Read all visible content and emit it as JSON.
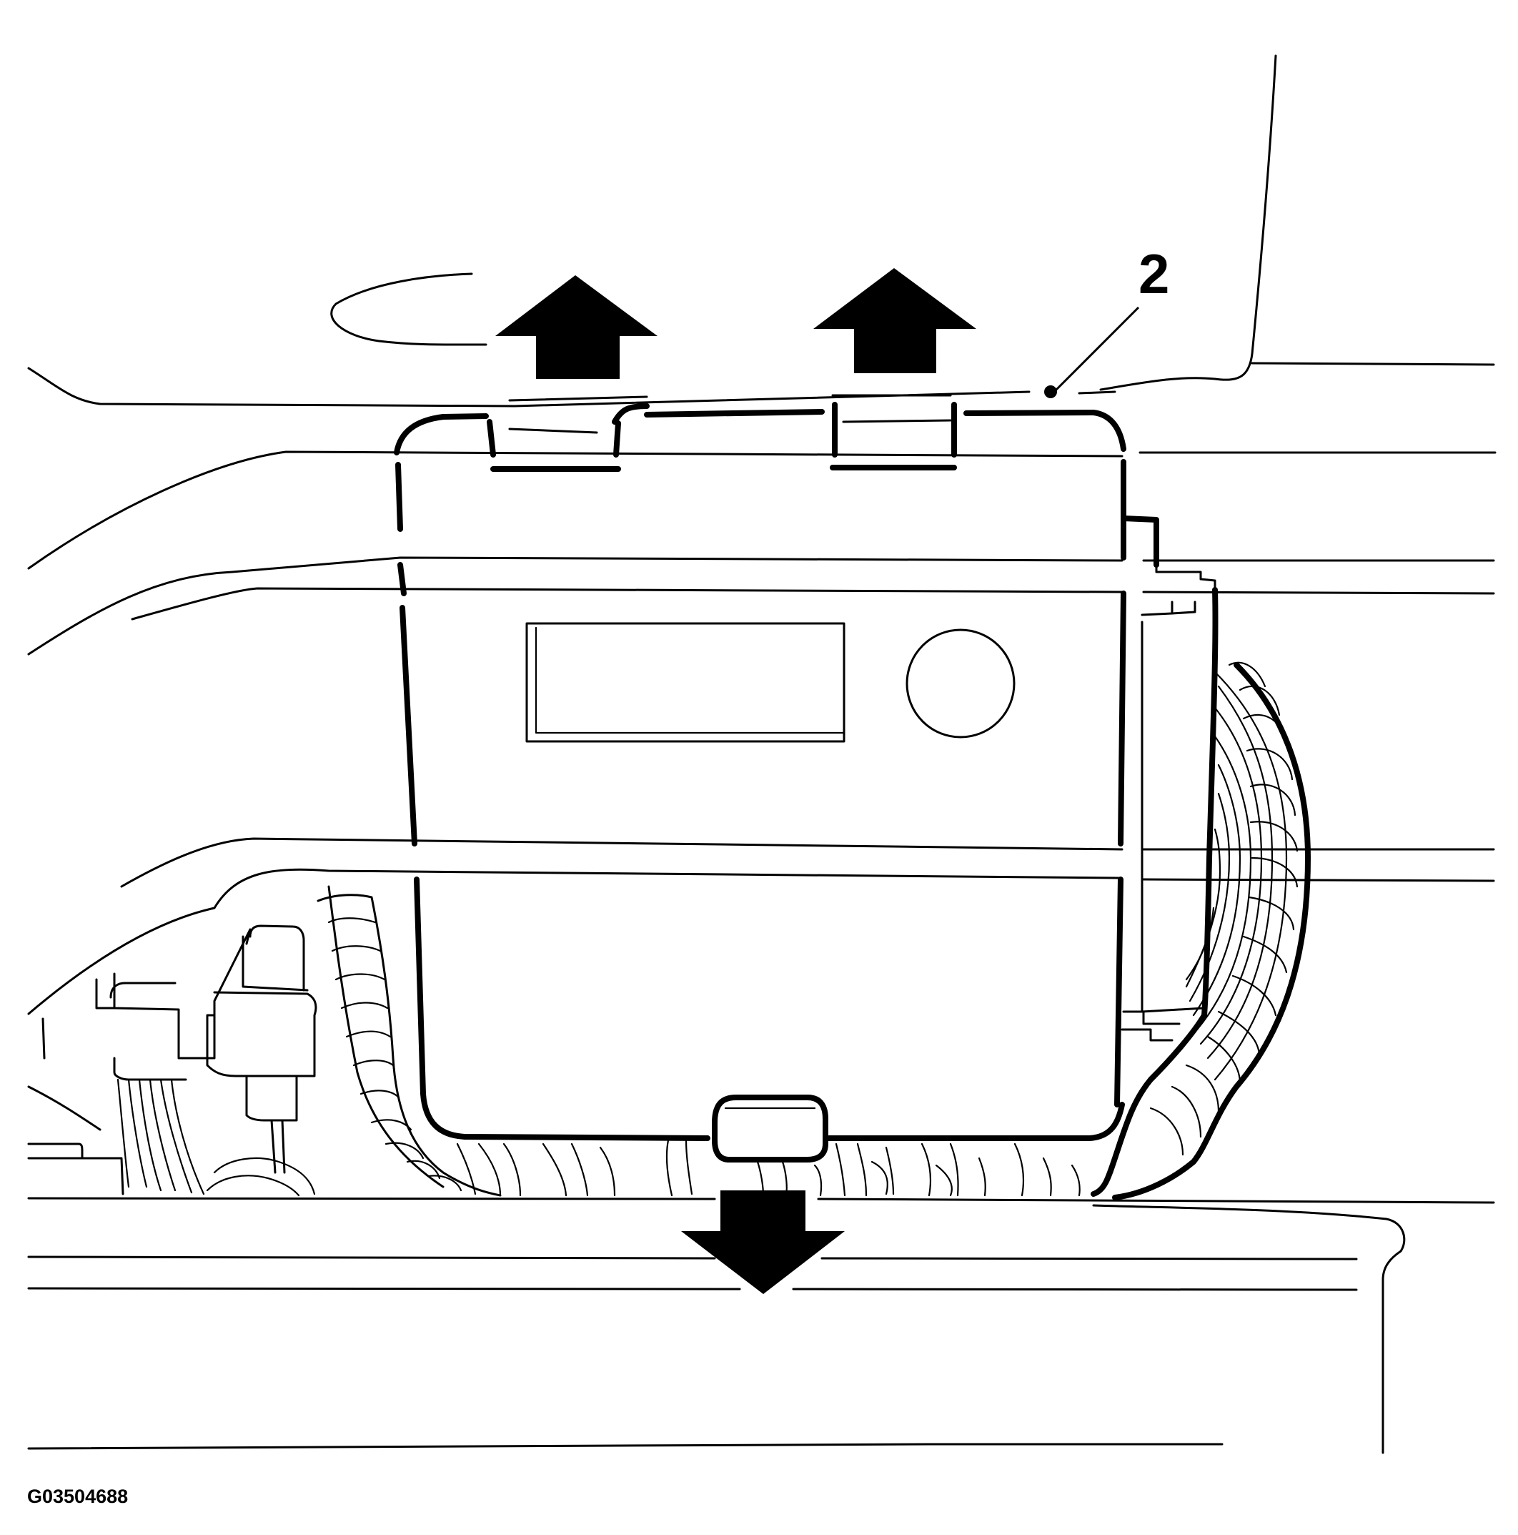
{
  "callout": {
    "label": "2"
  },
  "figure_id": "G03504688",
  "colors": {
    "line": "#000000",
    "background": "#ffffff"
  },
  "arrows": [
    {
      "name": "removal-arrow-up-left",
      "direction": "up"
    },
    {
      "name": "removal-arrow-up-right",
      "direction": "up"
    },
    {
      "name": "removal-arrow-down",
      "direction": "down"
    }
  ]
}
